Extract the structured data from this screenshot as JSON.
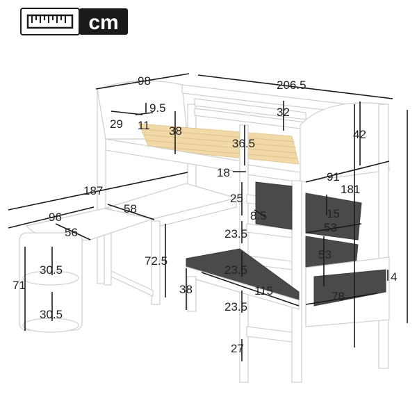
{
  "header": {
    "unit_label": "cm",
    "ruler_icon": "ruler-icon"
  },
  "dimensions": {
    "top_depth": "98",
    "top_length": "206.5",
    "shelf_height": "9.5",
    "shelf_depth": "29",
    "shelf_width": "11",
    "guard_rail_height": "38",
    "rail_gap": "32",
    "headboard_height": "42",
    "mattress_opening": "36.5",
    "rail_offset": "18",
    "total_height": "181",
    "seat_depth": "91",
    "desk_length": "187",
    "step_gap_top": "25",
    "step_width": "8.5",
    "cushion_thickness": "15",
    "extension_length": "96",
    "desk_depth": "58",
    "round_desk_radius": "56",
    "step_gap_2": "23.5",
    "cushion_width": "53",
    "cushion_height": "53",
    "desk_height": "72.5",
    "step_gap_3": "23.5",
    "cabinet_height": "71",
    "cabinet_shelf_top": "30.5",
    "cabinet_shelf_bottom": "30.5",
    "bench_height": "38",
    "bench_length": "115",
    "seat_cushion_length": "78",
    "seat_edge": "4",
    "step_gap_4": "23.5",
    "bottom_step": "27"
  }
}
